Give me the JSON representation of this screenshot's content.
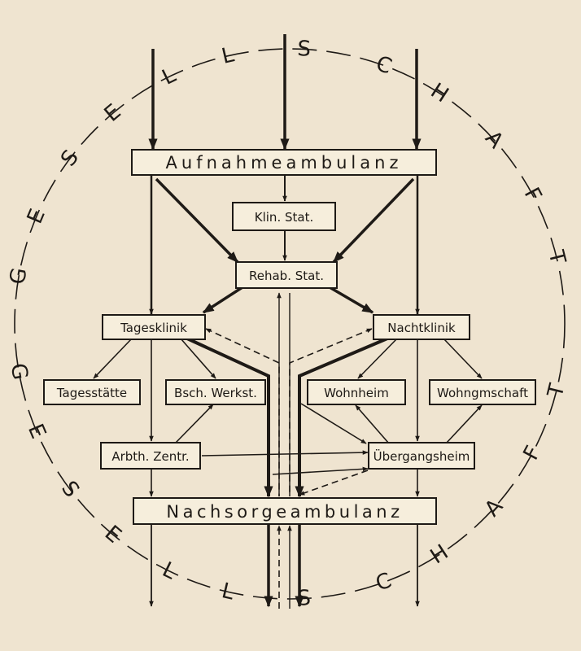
{
  "colors": {
    "paper": "#efe4d0",
    "box": "#f6eedc",
    "ink": "#1e1a16"
  },
  "arc_text": {
    "upper": [
      "G",
      "E",
      "S",
      "E",
      "L",
      "L",
      "S",
      "C",
      "H",
      "A",
      "F",
      "T"
    ],
    "lower": [
      "G",
      "E",
      "S",
      "E",
      "L",
      "L",
      "S",
      "C",
      "H",
      "A",
      "F",
      "T"
    ]
  },
  "nodes": {
    "aufnahme": "Aufnahmeambulanz",
    "klin": "Klin. Stat.",
    "rehab": "Rehab. Stat.",
    "tagesklinik": "Tagesklinik",
    "nachtklinik": "Nachtklinik",
    "tagesstaette": "Tagesstätte",
    "werkst": "Bsch. Werkst.",
    "wohnheim": "Wohnheim",
    "wohngmschaft": "Wohngmschaft",
    "arbth": "Arbth. Zentr.",
    "uebergang": "Übergangsheim",
    "nachsorge": "Nachsorgeambulanz"
  }
}
